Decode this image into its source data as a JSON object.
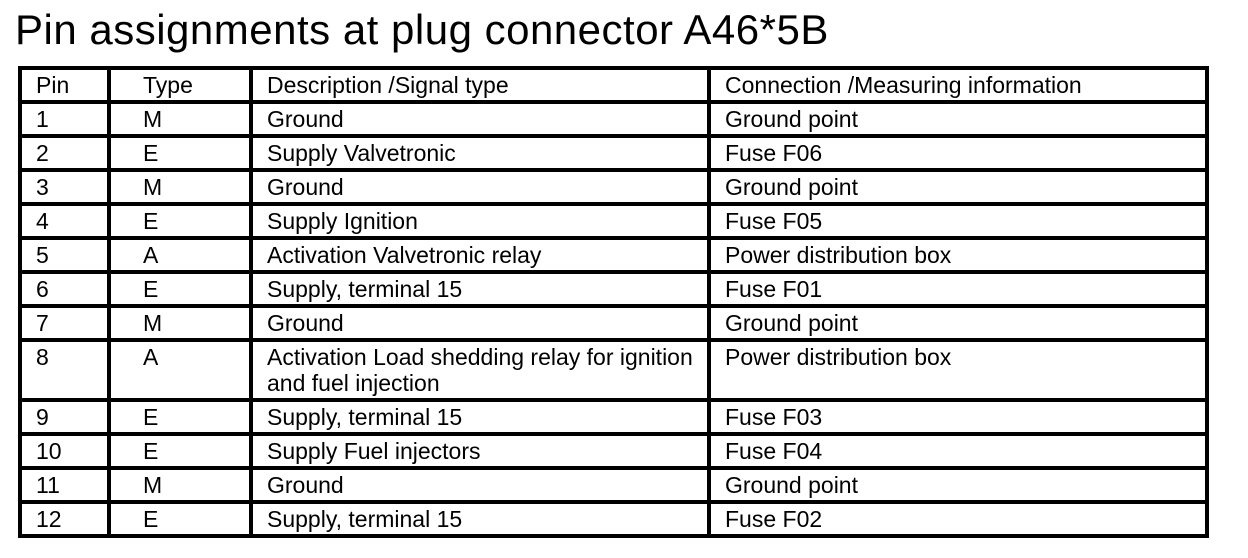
{
  "title": "Pin assignments at plug connector A46*5B",
  "colors": {
    "text": "#000000",
    "border": "#000000",
    "background": "#ffffff"
  },
  "table": {
    "headers": {
      "pin": "Pin",
      "type": "Type",
      "description": "Description /Signal type",
      "connection": "Connection /Measuring information"
    },
    "rows": [
      {
        "pin": "1",
        "type": "M",
        "description": "Ground",
        "connection": "Ground point"
      },
      {
        "pin": "2",
        "type": "E",
        "description": "Supply Valvetronic",
        "connection": "Fuse F06"
      },
      {
        "pin": "3",
        "type": "M",
        "description": "Ground",
        "connection": "Ground point"
      },
      {
        "pin": "4",
        "type": "E",
        "description": "Supply Ignition",
        "connection": "Fuse F05"
      },
      {
        "pin": "5",
        "type": "A",
        "description": "Activation Valvetronic relay",
        "connection": "Power distribution box"
      },
      {
        "pin": "6",
        "type": "E",
        "description": "Supply, terminal 15",
        "connection": "Fuse F01"
      },
      {
        "pin": "7",
        "type": "M",
        "description": "Ground",
        "connection": "Ground point"
      },
      {
        "pin": "8",
        "type": "A",
        "description": "Activation Load shedding relay for ignition and fuel injection",
        "connection": "Power distribution box"
      },
      {
        "pin": "9",
        "type": "E",
        "description": "Supply, terminal 15",
        "connection": "Fuse F03"
      },
      {
        "pin": "10",
        "type": "E",
        "description": "Supply Fuel injectors",
        "connection": "Fuse F04"
      },
      {
        "pin": "11",
        "type": "M",
        "description": "Ground",
        "connection": "Ground point"
      },
      {
        "pin": "12",
        "type": "E",
        "description": "Supply, terminal 15",
        "connection": "Fuse F02"
      }
    ]
  }
}
